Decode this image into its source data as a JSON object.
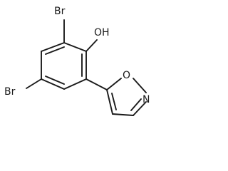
{
  "molecule": {
    "atoms": {
      "br_top": "Br",
      "oh": "OH",
      "br_left": "Br",
      "o_ring": "O",
      "n_ring": "N"
    }
  }
}
